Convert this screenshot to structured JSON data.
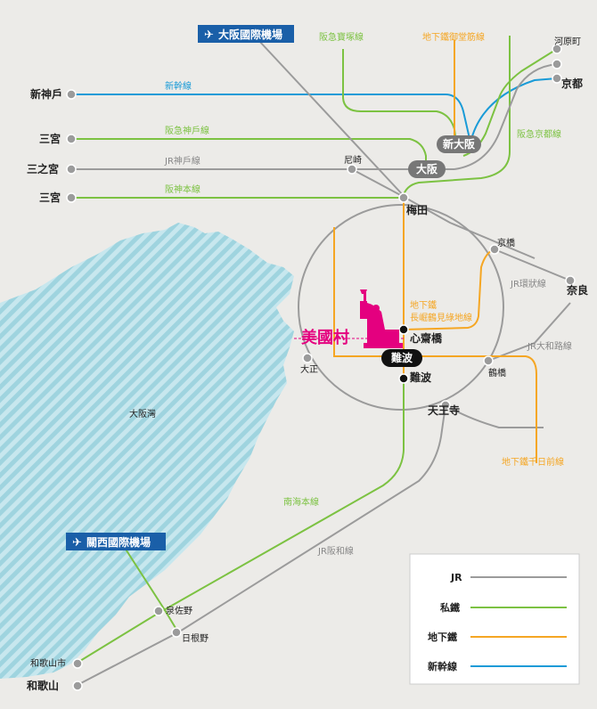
{
  "colors": {
    "jr": "#9b9b9b",
    "private": "#7cc242",
    "subway": "#f5a623",
    "shinkansen": "#1a9bd7",
    "sea": "#a7d9e3",
    "magenta": "#e4007f",
    "airport_box": "#1a5fa8"
  },
  "airports": {
    "osaka": "大阪國際機場",
    "kansai": "關西國際機場"
  },
  "water": {
    "bay": "大阪灣"
  },
  "highlight": {
    "name": "美國村",
    "icon": "statue-of-liberty-icon"
  },
  "stations": {
    "shin_kobe": "新神戶",
    "sannomiya_1": "三宮",
    "sannomiya_2": "三宮",
    "sannomiya_3": "三之宮",
    "amagasaki": "尼崎",
    "shin_osaka": "新大阪",
    "osaka": "大阪",
    "umeda": "梅田",
    "kawaramachi": "河原町",
    "kyoto": "京都",
    "kyobashi": "京橋",
    "nara": "奈良",
    "shinsaibashi": "心齋橋",
    "namba_main": "難波",
    "namba": "難波",
    "taisho": "大正",
    "tsuruhashi": "鶴橋",
    "tennoji": "天王寺",
    "izumisano": "泉佐野",
    "hineno": "日根野",
    "wakayamashi": "和歌山市",
    "wakayama": "和歌山"
  },
  "lines": {
    "shinkansen": "新幹線",
    "hankyu_kobe": "阪急神戶線",
    "jr_kobe": "JR神戶線",
    "hanshin": "阪神本線",
    "hankyu_takarazuka": "阪急寶塚線",
    "midosuji_top": "地下鐵御堂筋線",
    "hankyu_kyoto": "阪急京都線",
    "jr_loop": "JR環狀線",
    "nagahori_1": "地下鐵",
    "nagahori_2": "長崛鶴見綠地線",
    "jr_yamatoji": "JR大和路線",
    "sennichimae": "地下鐵千日前線",
    "nankai": "南海本線",
    "jr_hanwa": "JR阪和線"
  },
  "legend": [
    {
      "label": "JR",
      "color": "#9b9b9b"
    },
    {
      "label": "私鐵",
      "color": "#7cc242"
    },
    {
      "label": "地下鐵",
      "color": "#f5a623"
    },
    {
      "label": "新幹線",
      "color": "#1a9bd7"
    }
  ]
}
